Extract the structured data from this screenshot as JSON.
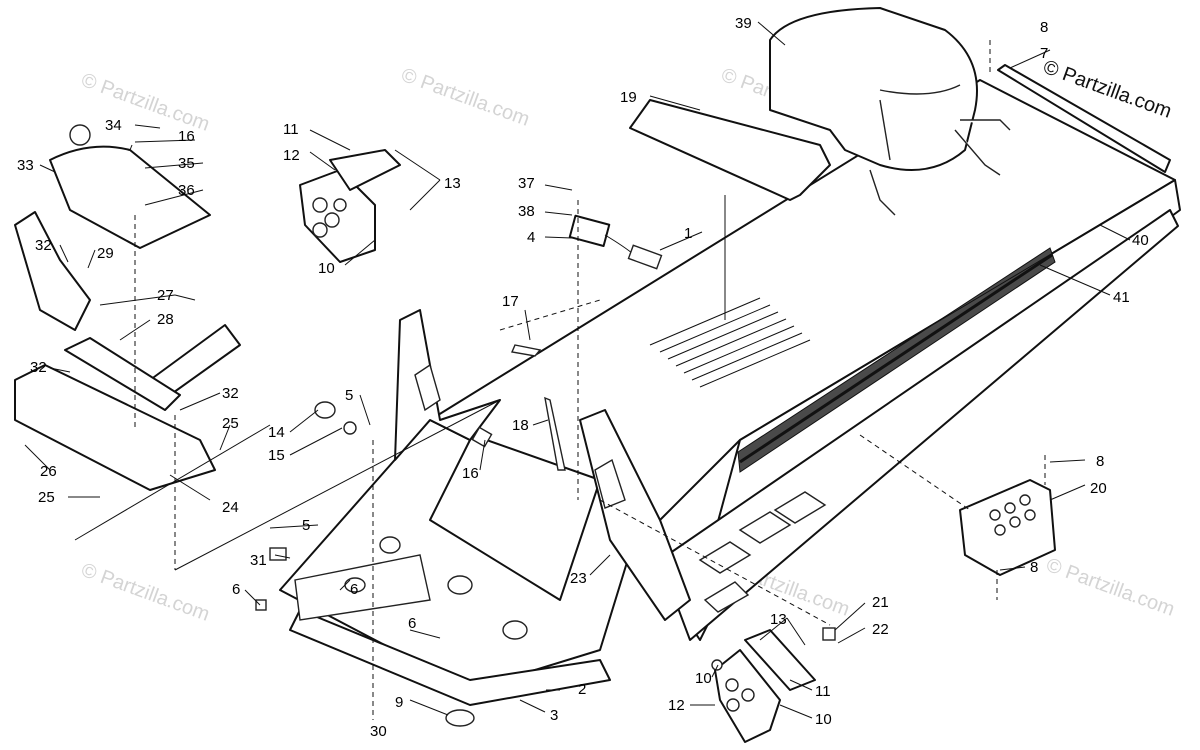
{
  "watermark": "© Partzilla.com",
  "brand_mark": "© Partzilla.com",
  "callouts": {
    "c1": "1",
    "c2": "2",
    "c3": "3",
    "c4": "4",
    "c5a": "5",
    "c5b": "5",
    "c6a": "6",
    "c6b": "6",
    "c6c": "6",
    "c7": "7",
    "c8a": "8",
    "c8b": "8",
    "c8c": "8",
    "c9": "9",
    "c10a": "10",
    "c10b": "10",
    "c10c": "10",
    "c11a": "11",
    "c11b": "11",
    "c12a": "12",
    "c12b": "12",
    "c13a": "13",
    "c13b": "13",
    "c14": "14",
    "c15": "15",
    "c16a": "16",
    "c16b": "16",
    "c17": "17",
    "c18": "18",
    "c19": "19",
    "c20": "20",
    "c21": "21",
    "c22": "22",
    "c23": "23",
    "c24": "24",
    "c25a": "25",
    "c25b": "25",
    "c26": "26",
    "c27": "27",
    "c28": "28",
    "c29": "29",
    "c30": "30",
    "c31": "31",
    "c32a": "32",
    "c32b": "32",
    "c32c": "32",
    "c33": "33",
    "c34": "34",
    "c35": "35",
    "c36": "36",
    "c37": "37",
    "c38": "38",
    "c39": "39",
    "c40": "40",
    "c41": "41"
  }
}
